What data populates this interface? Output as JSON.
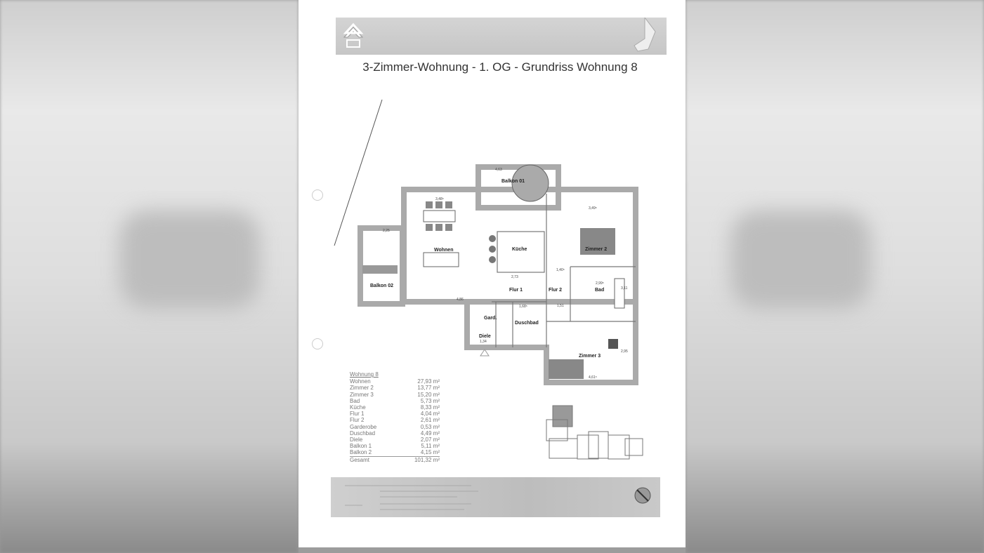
{
  "document": {
    "title": "3-Zimmer-Wohnung - 1. OG - Grundriss Wohnung 8"
  },
  "floor_plan": {
    "rooms": [
      "Balkon 01",
      "Wohnen",
      "Küche",
      "Zimmer 2",
      "Balkon 02",
      "Flur 1",
      "Flur 2",
      "Bad",
      "Gard.",
      "Duschbad",
      "Diele",
      "Zimmer 3"
    ],
    "dimensions": [
      "4,63",
      "3,48⁵",
      "3,49⁵",
      "2,25",
      "2,73",
      "1,40⁵",
      "2,99⁵",
      "4,86",
      "1,34",
      "4,61⁵",
      "1,51",
      "3,11",
      "2,95",
      "1,68⁵"
    ]
  },
  "area_table": {
    "heading": "Wohnung 8",
    "rows": [
      {
        "name": "Wohnen",
        "area": "27,93 m²"
      },
      {
        "name": "Zimmer 2",
        "area": "13,77 m²"
      },
      {
        "name": "Zimmer 3",
        "area": "15,20 m²"
      },
      {
        "name": "Bad",
        "area": "5,73 m²"
      },
      {
        "name": "Küche",
        "area": "8,33 m²"
      },
      {
        "name": "Flur 1",
        "area": "4,04 m²"
      },
      {
        "name": "Flur 2",
        "area": "2,61 m²"
      },
      {
        "name": "Garderobe",
        "area": "0,53 m²"
      },
      {
        "name": "Duschbad",
        "area": "4,49 m²"
      },
      {
        "name": "Diele",
        "area": "2,07 m²"
      },
      {
        "name": "Balkon 1",
        "area": "5,11 m²"
      },
      {
        "name": "Balkon 2",
        "area": "4,15 m²"
      }
    ],
    "total_label": "Gesamt",
    "total": "101,32 m²"
  }
}
